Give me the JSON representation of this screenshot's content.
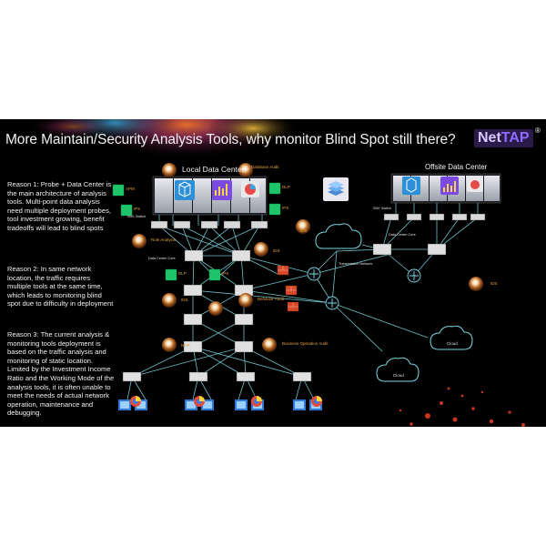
{
  "slide": {
    "title": "More Maintain/Security Analysis Tools, why monitor Blind Spot still there?",
    "logo": {
      "part1": "Net",
      "part2": "TAP",
      "reg": "®"
    }
  },
  "reasons": [
    "Reason 1: Probe + Data Center is the main architecture of analysis tools. Multi-point data analysis need multiple deployment probes, tool investment growing, benefit tradeoffs will lead to blind spots",
    "Reason 2: In same network location, the traffic requires multiple tools at the same time, which leads to monitoring blind spot due to difficulty in deployment",
    "Reason 3: The current analysis & monitoring tools deployment is based on the traffic analysis and monitoring of static location. Limited by the Investment Income Ratio and the Working Mode of the analysis tools, it is often unable to meet the needs of actual network operation, maintenance and debugging."
  ],
  "diagram": {
    "local_dc_label": "Local Data Center",
    "offsite_dc_label": "Offsite Data Center",
    "database_audit": "Database Audit",
    "apm": "APM",
    "ids": "IDS",
    "ips": "IPS",
    "dlp": "DLP",
    "sdk_switch": "SDK Switch",
    "data_center_core": "Data Center Core",
    "data_center_core_2": "Data Center Core",
    "transmission_network": "Transmission Network",
    "role_analysis": "Role Analysis",
    "behavior_audit": "Behavior Audit",
    "business_operation_audit": "Business Operation Audit",
    "ndr": "NDR",
    "cloud": "Cloud",
    "colors": {
      "line": "#7ad7e0",
      "bg": "#000000",
      "text": "#f0f0f0",
      "label_orange": "#e8a040"
    }
  }
}
